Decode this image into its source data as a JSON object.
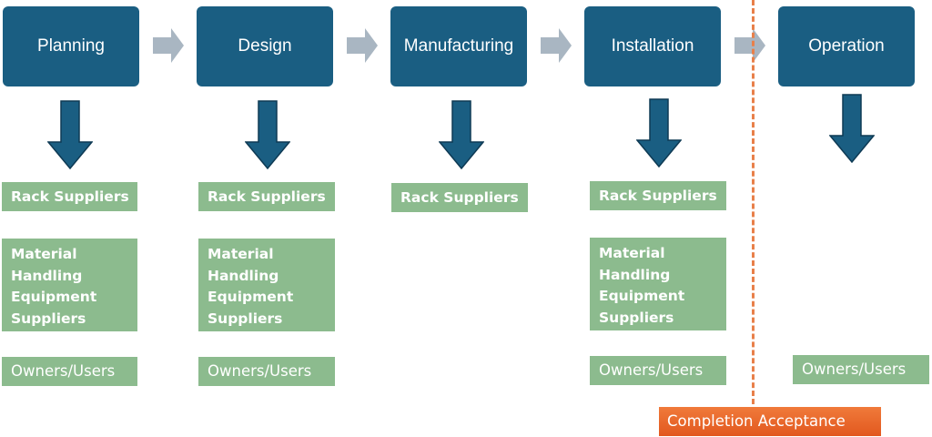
{
  "stages": [
    {
      "label": "Planning"
    },
    {
      "label": "Design"
    },
    {
      "label": "Manufacturing"
    },
    {
      "label": "Installation"
    },
    {
      "label": "Operation"
    }
  ],
  "roles": {
    "rack_suppliers": "Rack Suppliers",
    "mhe_suppliers": "Material Handling Equipment Suppliers",
    "mhe_lines": [
      "Material",
      "Handling",
      "Equipment",
      "Suppliers"
    ],
    "owners_users": "Owners/Users"
  },
  "milestone": {
    "label": "Completion Acceptance"
  },
  "colors": {
    "stage_box": "#1a5e82",
    "down_arrow": "#1a5e82",
    "chevron": "#a9b6c2",
    "role_box": "#8cbb8e",
    "milestone": "#e8692c",
    "divider": "#e8804a"
  }
}
